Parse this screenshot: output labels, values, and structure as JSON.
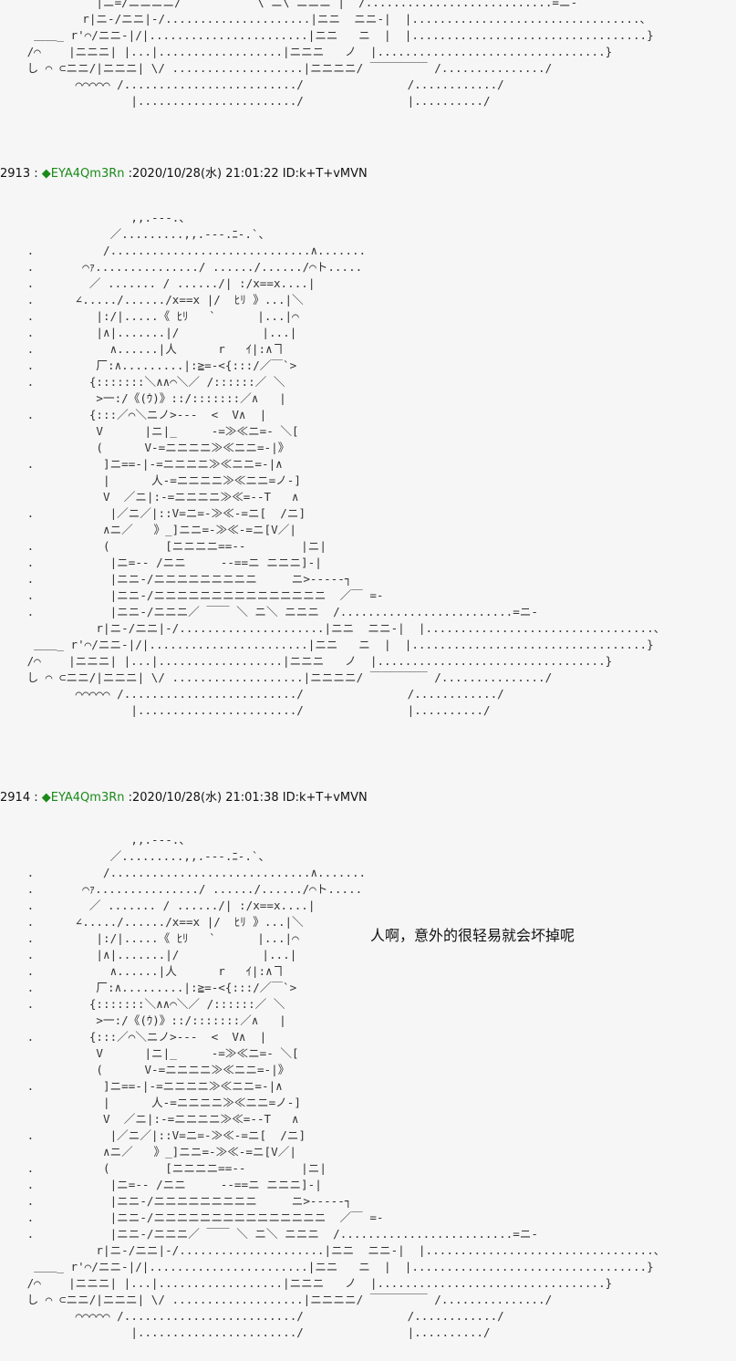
{
  "posts": [
    {
      "number": "2913",
      "sep": " : ",
      "diamond": "◆",
      "name": "EYA4Qm3Rn",
      "date": " :2020/10/28(水) 21:01:22 ID:k+T+vMVN"
    },
    {
      "number": "2914",
      "sep": " : ",
      "diamond": "◆",
      "name": "EYA4Qm3Rn",
      "date": " :2020/10/28(水) 21:01:38 ID:k+T+vMVN"
    }
  ],
  "dialogue": "人啊，意外的很轻易就会坏掉呢",
  "art": {
    "top_fragment": "           |ニ=/ニニニニ/           \\ ニ\\ ニニニ |  /...........................=ニ-\n         r|ニ-/ニニ|-/.....................|ニニ  ニニ-|  |.................................、\n  ＿＿_ r'⌒/ニニ-|/|.......................|ニニ   ニ  |  |..................................}\n /⌒    |ニニニ| |...|..................|ニニニ   ノ  |.................................}\n し ⌒ ⊂ニニ/|ニニニ| \\/ ...................|ニニニニ/ ￣￣￣￣￣ /.............../\n        ⌒⌒⌒⌒⌒ /........................./               /............/\n                |......................./               |........../",
    "figure": "                ,,.-‐‐.、\n             ／.........,,.-‐‐.ﾆ-.`、\n .          /.............................∧.......\n .       ⌒ｧ.............../ ....../....../⌒ト.....\n .        ／ ....... / ....../| :/x==x....|\n .      ∠...../....../x==x |/  ﾋﾘ 》...|＼\n .         |:/|.....《 ﾋﾘ   `      |...|⌒\n .         |∧|.......|/            |...|\n .           ∧......|人      r   ｲ|:∧ヿ\n .         厂:∧.........|:≧=-<{:::/／￣`>\n .        {:::::::＼∧∧⌒＼／ /::::::／ ＼\n           >一:/《(ｳ)》::/:::::::／∧   |\n .        {:::／⌒＼ニノ>‐‐‐  <  V∧  |\n           V      |ニ|_     -=≫≪ニ=- ＼[\n           (      V-=ニニニニ≫≪ニニ=-|》\n .          ]ニ==-|-=ニニニニ≫≪ニニ=-|∧\n            |      人-=ニニニニ≫≪ニニ=ノ-]\n            V  ／ニ|:-=ニニニニ≫≪=-‐T   ∧\n .           |／ニ／|::V=ニ=-≫≪-=ニ[  /ニ]\n            ∧ニ／   》_]ニニ=-≫≪-=ニ[V／|\n .          (        [ニニニニ==--        |ニ|\n .           |ニ=-- /ニニ     --==ニ ニニニ]-|\n .           |ニニ-/ニニニニニニニニニ     ニ>‐‐‐‐‐┐\n .           |ニニ-/ニニニニニニニニニニニニニニニ  ／￣ =-\n .           |ニニ-/ニニニ／ ￣￣ ＼ ニ＼ ニニニ  /.........................=ニ-\n           r|ニ-/ニニ|-/.....................|ニニ  ニニ-|  |.................................、\n  ＿＿_ r'⌒/ニニ-|/|.......................|ニニ   ニ  |  |..................................}\n /⌒    |ニニニ| |...|..................|ニニニ   ノ  |.................................}\n し ⌒ ⊂ニニ/|ニニニ| \\/ ...................|ニニニニ/ ￣￣￣￣￣ /.............../\n        ⌒⌒⌒⌒⌒ /........................./               /............/\n                |......................./               |........../"
  }
}
